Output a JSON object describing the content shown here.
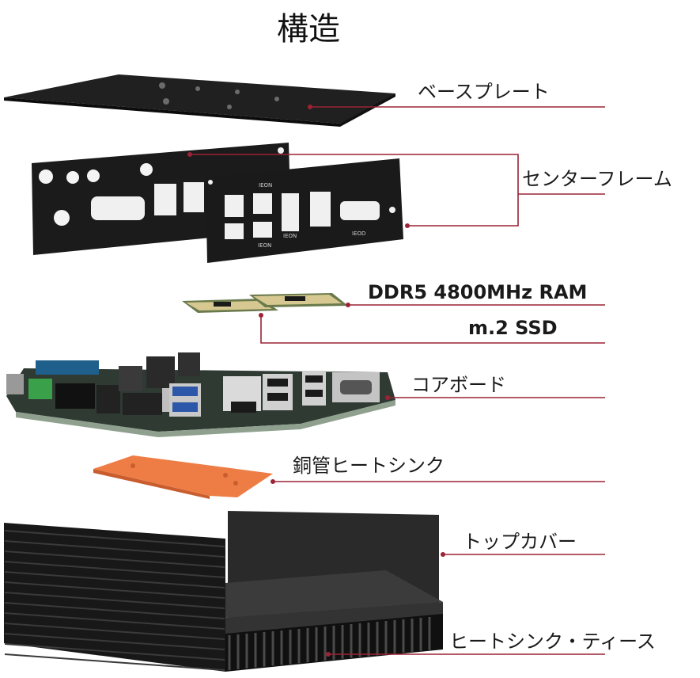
{
  "title": "構造",
  "colors": {
    "leader_line": "#9b2335",
    "metal": "#1c1c1c",
    "copper": "#ee7d45",
    "pcb": "#2f3a33"
  },
  "labels": {
    "base_plate": "ベースプレート",
    "center_frame": "センターフレーム",
    "ram": "DDR5 4800MHz RAM",
    "ssd": "m.2 SSD",
    "core_board": "コアボード",
    "copper_heatsink": "銅管ヒートシンク",
    "top_cover": "トップカバー",
    "heatsink_fins": "ヒートシンク・ティース"
  },
  "io_port_labels": [
    "IEON",
    "IEON",
    "IEON",
    "IEOD"
  ]
}
